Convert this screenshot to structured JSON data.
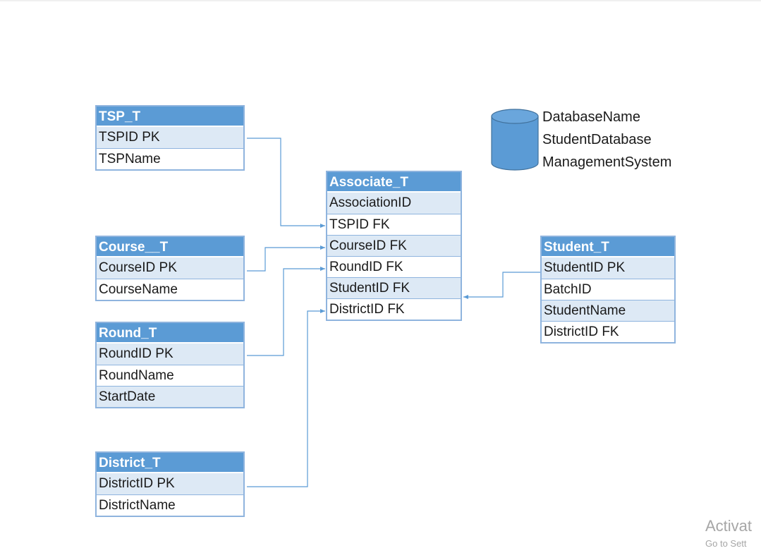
{
  "entities": {
    "tsp": {
      "title": "TSP_T",
      "rows": [
        "TSPID PK",
        "TSPName"
      ]
    },
    "course": {
      "title": "Course__T",
      "rows": [
        "CourseID PK",
        "CourseName"
      ]
    },
    "round": {
      "title": "Round_T",
      "rows": [
        "RoundID PK",
        "RoundName",
        "StartDate"
      ]
    },
    "district": {
      "title": "District_T",
      "rows": [
        "DistrictID PK",
        "DistrictName"
      ]
    },
    "associate": {
      "title": "Associate_T",
      "rows": [
        "AssociationID",
        "TSPID FK",
        "CourseID FK",
        "RoundID FK",
        "StudentID FK",
        "DistrictID FK"
      ]
    },
    "student": {
      "title": "Student_T",
      "rows": [
        "StudentID PK",
        "BatchID",
        "StudentName",
        "DistrictID FK"
      ]
    }
  },
  "database": {
    "icon": "database-cylinder-icon",
    "lines": [
      "DatabaseName",
      "StudentDatabase",
      "ManagementSystem"
    ]
  },
  "watermark": {
    "line1": "Activat",
    "line2": "Go to Sett"
  },
  "colors": {
    "header": "#5b9bd5",
    "row_alt": "#dde9f5",
    "border": "#8fb4de",
    "connector": "#5b9bd5"
  }
}
